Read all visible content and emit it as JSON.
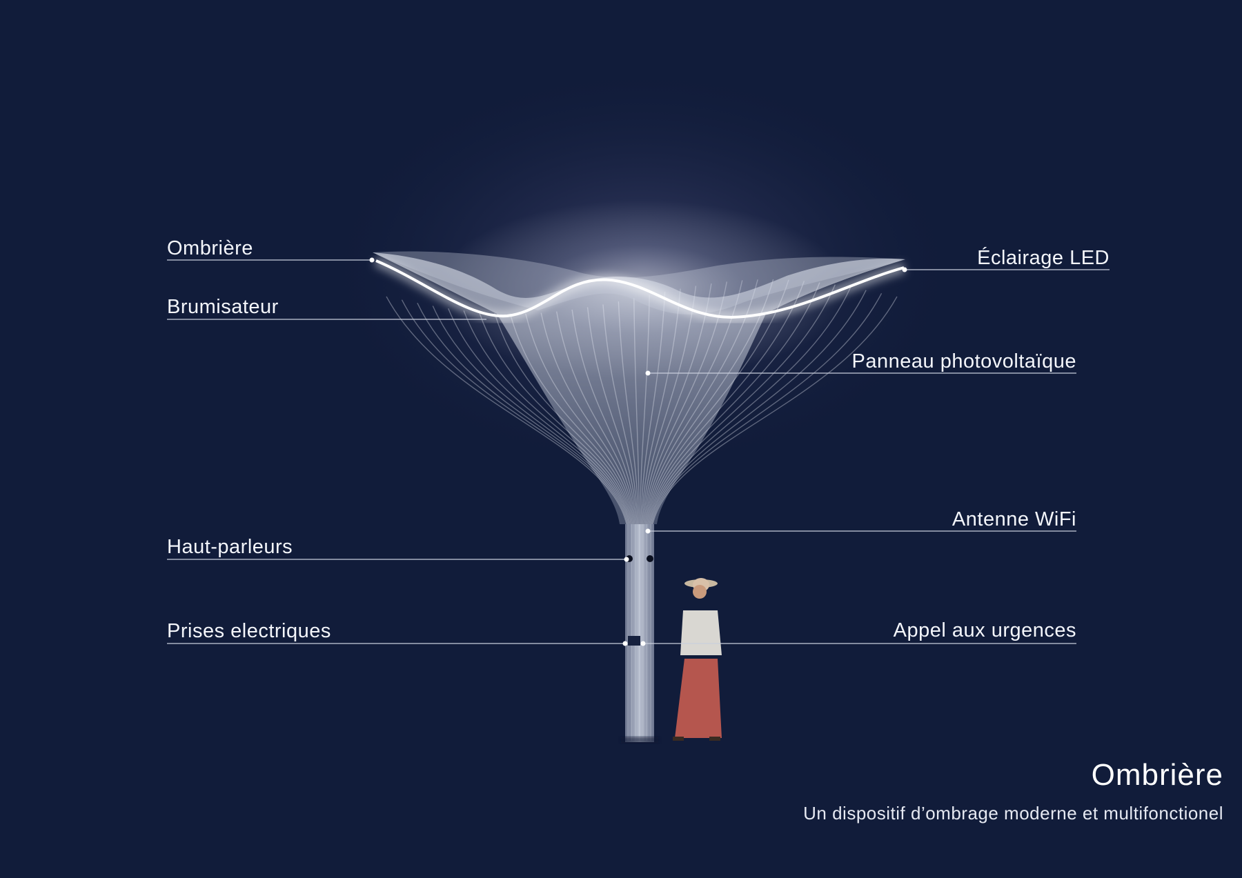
{
  "labels": {
    "ombriere": "Ombrière",
    "brumisateur": "Brumisateur",
    "haut_parleurs": "Haut-parleurs",
    "prises": "Prises electriques",
    "eclairage": "Éclairage LED",
    "panneau": "Panneau photovoltaïque",
    "antenne": "Antenne WiFi",
    "appel": "Appel aux urgences"
  },
  "caption": {
    "title": "Ombrière",
    "subtitle": "Un dispositif d’ombrage moderne et multifonctionel"
  },
  "colors": {
    "background": "#111c3a",
    "glow": "#ffffff",
    "leader_line": "#c9cfdd",
    "structure": "#aeb6c8"
  }
}
